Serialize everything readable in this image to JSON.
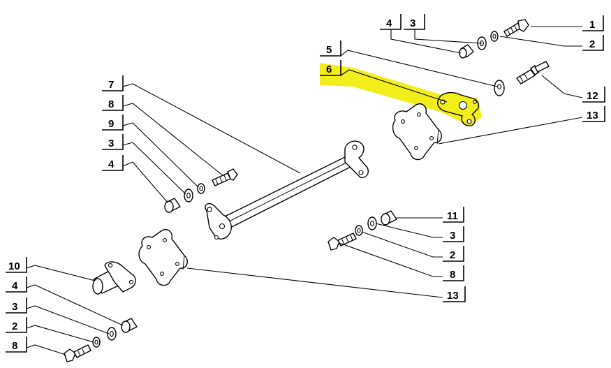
{
  "callouts": [
    {
      "id": "c1",
      "text": "1"
    },
    {
      "id": "c2a",
      "text": "2"
    },
    {
      "id": "c3a",
      "text": "3"
    },
    {
      "id": "c4a",
      "text": "4"
    },
    {
      "id": "c5",
      "text": "5"
    },
    {
      "id": "c6",
      "text": "6"
    },
    {
      "id": "c12",
      "text": "12"
    },
    {
      "id": "c13a",
      "text": "13"
    },
    {
      "id": "c7",
      "text": "7"
    },
    {
      "id": "c8a",
      "text": "8"
    },
    {
      "id": "c9",
      "text": "9"
    },
    {
      "id": "c3b",
      "text": "3"
    },
    {
      "id": "c4b",
      "text": "4"
    },
    {
      "id": "c11",
      "text": "11"
    },
    {
      "id": "c3c",
      "text": "3"
    },
    {
      "id": "c2b",
      "text": "2"
    },
    {
      "id": "c8b",
      "text": "8"
    },
    {
      "id": "c13b",
      "text": "13"
    },
    {
      "id": "c10",
      "text": "10"
    },
    {
      "id": "c4c",
      "text": "4"
    },
    {
      "id": "c3d",
      "text": "3"
    },
    {
      "id": "c2c",
      "text": "2"
    },
    {
      "id": "c8c",
      "text": "8"
    }
  ],
  "highlight_color": "#f2ee1c",
  "ink_color": "#000000"
}
